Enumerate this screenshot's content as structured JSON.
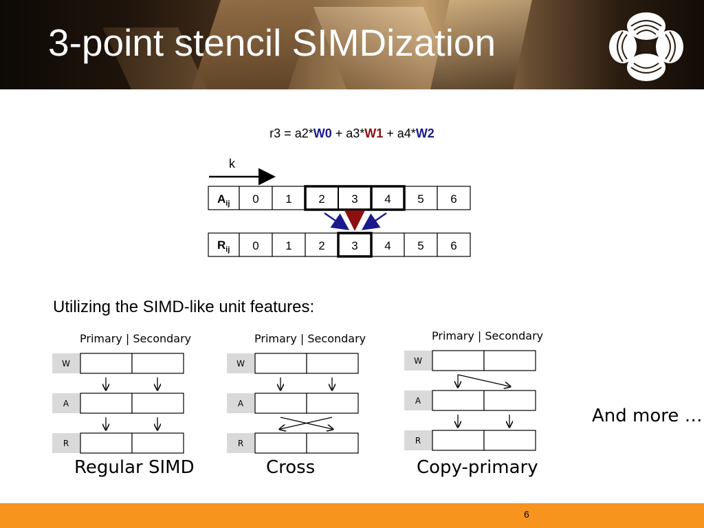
{
  "slide": {
    "title": "3-point stencil SIMDization",
    "formula": {
      "p1": "r3 = a2*",
      "w0": "W0",
      "p2": " + a3*",
      "w1": "W1",
      "p3": " + a4*",
      "w2": "W2"
    },
    "k_label": "k",
    "array_a": {
      "label_main": "A",
      "label_sub": "ij",
      "cells": [
        "0",
        "1",
        "2",
        "3",
        "4",
        "5",
        "6"
      ]
    },
    "array_r": {
      "label_main": "R",
      "label_sub": "ij",
      "cells": [
        "0",
        "1",
        "2",
        "3",
        "4",
        "5",
        "6"
      ]
    },
    "subtitle": "Utilizing the SIMD-like unit features:",
    "modes": [
      {
        "header": "Primary | Secondary",
        "caption": "Regular SIMD",
        "rows": [
          "W",
          "A",
          "R"
        ]
      },
      {
        "header": "Primary | Secondary",
        "caption": "Cross",
        "rows": [
          "W",
          "A",
          "R"
        ]
      },
      {
        "header": "Primary | Secondary",
        "caption": "Copy-primary",
        "rows": [
          "W",
          "A",
          "R"
        ]
      }
    ],
    "more": "And more …",
    "page_number": "6"
  },
  "colors": {
    "footer": "#f7941d",
    "blue": "#1a1a8c",
    "red": "#8b1010",
    "row_label_bg": "#d9d9d9"
  }
}
